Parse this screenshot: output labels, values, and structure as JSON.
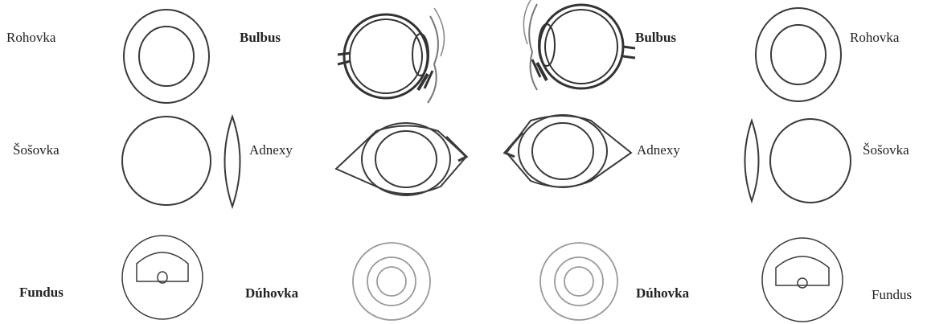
{
  "labels": {
    "rohovka": "Rohovka",
    "bulbus": "Bulbus",
    "sosovka": "Šošovka",
    "adnexy": "Adnexy",
    "fundus": "Fundus",
    "duhovka": "Dúhovka"
  },
  "colors": {
    "stroke_dark": "#3a3a3a",
    "stroke_light": "#9a9a9a",
    "text": "#222222"
  },
  "icons": [
    "cornea-icon",
    "bulbus-icon",
    "lens-icon",
    "adnexa-icon",
    "fundus-icon",
    "iris-icon"
  ]
}
